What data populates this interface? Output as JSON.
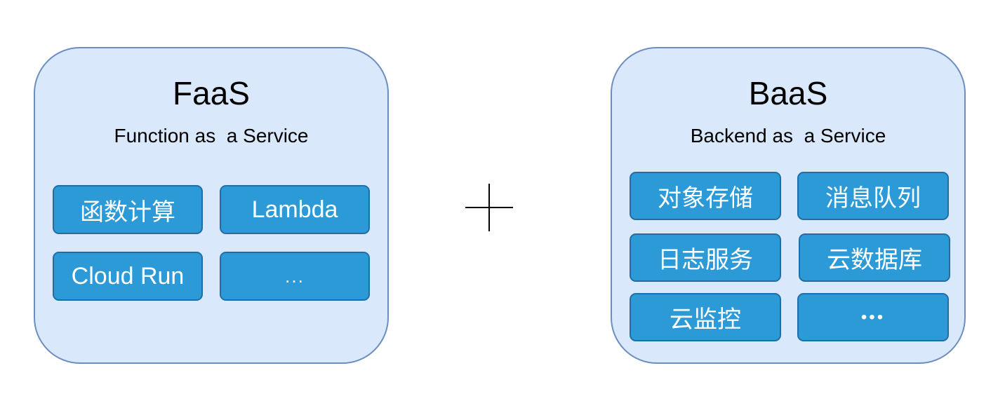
{
  "faas": {
    "title": "FaaS",
    "subtitle": "Function as  a Service",
    "items": [
      "函数计算",
      "Lambda",
      "Cloud Run",
      "..."
    ]
  },
  "operator": "+",
  "baas": {
    "title": "BaaS",
    "subtitle": "Backend as  a Service",
    "items": [
      "对象存储",
      "消息队列",
      "日志服务",
      "云数据库",
      "云监控",
      "•••"
    ]
  },
  "colors": {
    "panel_fill": "#dae8fc",
    "panel_border": "#6c8ebf",
    "chip_fill": "#2d9ad8",
    "chip_border": "#1f6fa6",
    "chip_text": "#ffffff"
  }
}
